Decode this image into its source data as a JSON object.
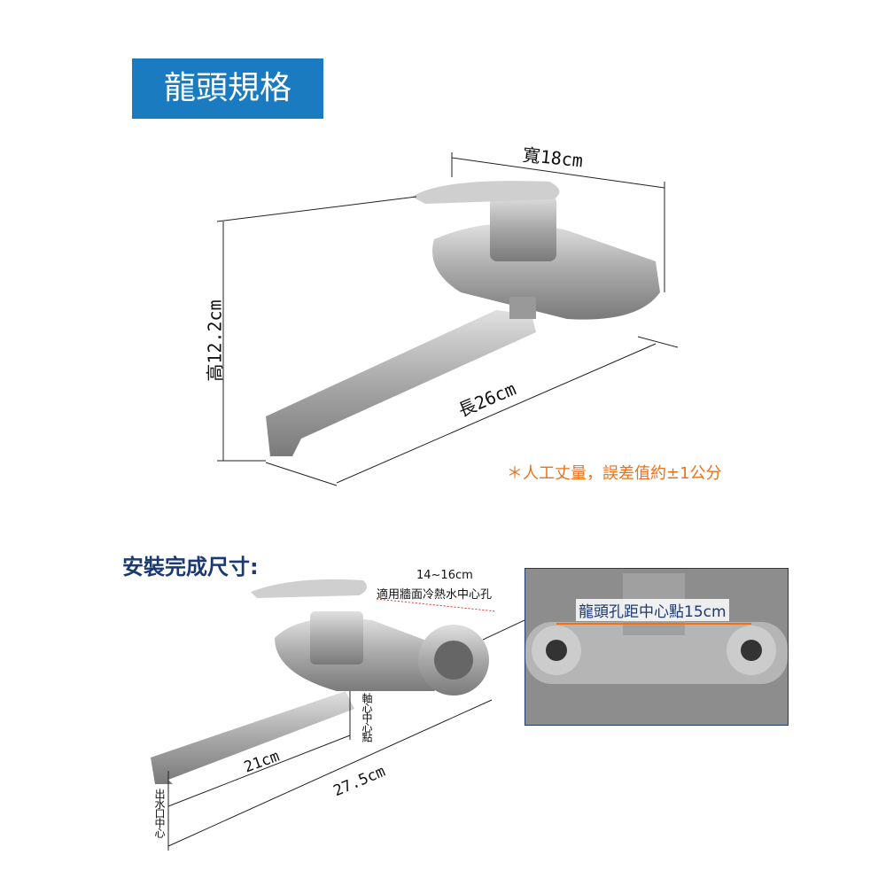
{
  "title": "龍頭規格",
  "dimensions": {
    "width": "寬18cm",
    "height": "高12.2cm",
    "length": "長26cm"
  },
  "note": "＊人工丈量，誤差值約±1公分",
  "install": {
    "heading": "安裝完成尺寸:",
    "hole_range": "14~16cm",
    "hole_desc": "適用牆面冷熱水中心孔",
    "axis_center": "軸心中心點",
    "outlet_center": "出水口中心",
    "spout_len": "21cm",
    "total_len": "27.5cm",
    "inset_label": "龍頭孔距中心點15cm"
  },
  "colors": {
    "title_bg": "#1b7bc0",
    "note": "#e8731c",
    "heading": "#1b3a73"
  }
}
